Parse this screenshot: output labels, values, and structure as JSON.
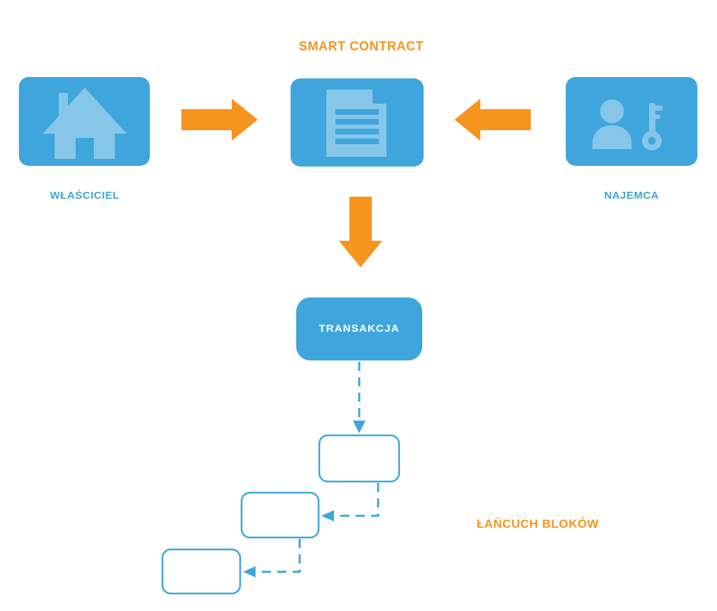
{
  "diagram": {
    "title": "SMART CONTRACT",
    "owner_label": "WŁAŚCICIEL",
    "tenant_label": "NAJEMCA",
    "transaction_label": "TRANSAKCJA",
    "blockchain_label": "ŁAŃCUCH BLOKÓW"
  },
  "icons": {
    "owner": "house-icon",
    "contract": "document-icon",
    "tenant": "person-key-icon"
  },
  "colors": {
    "blue": "#3EA6DC",
    "light_blue": "#86C6E9",
    "orange": "#F7941D",
    "white": "#FFFFFF"
  }
}
